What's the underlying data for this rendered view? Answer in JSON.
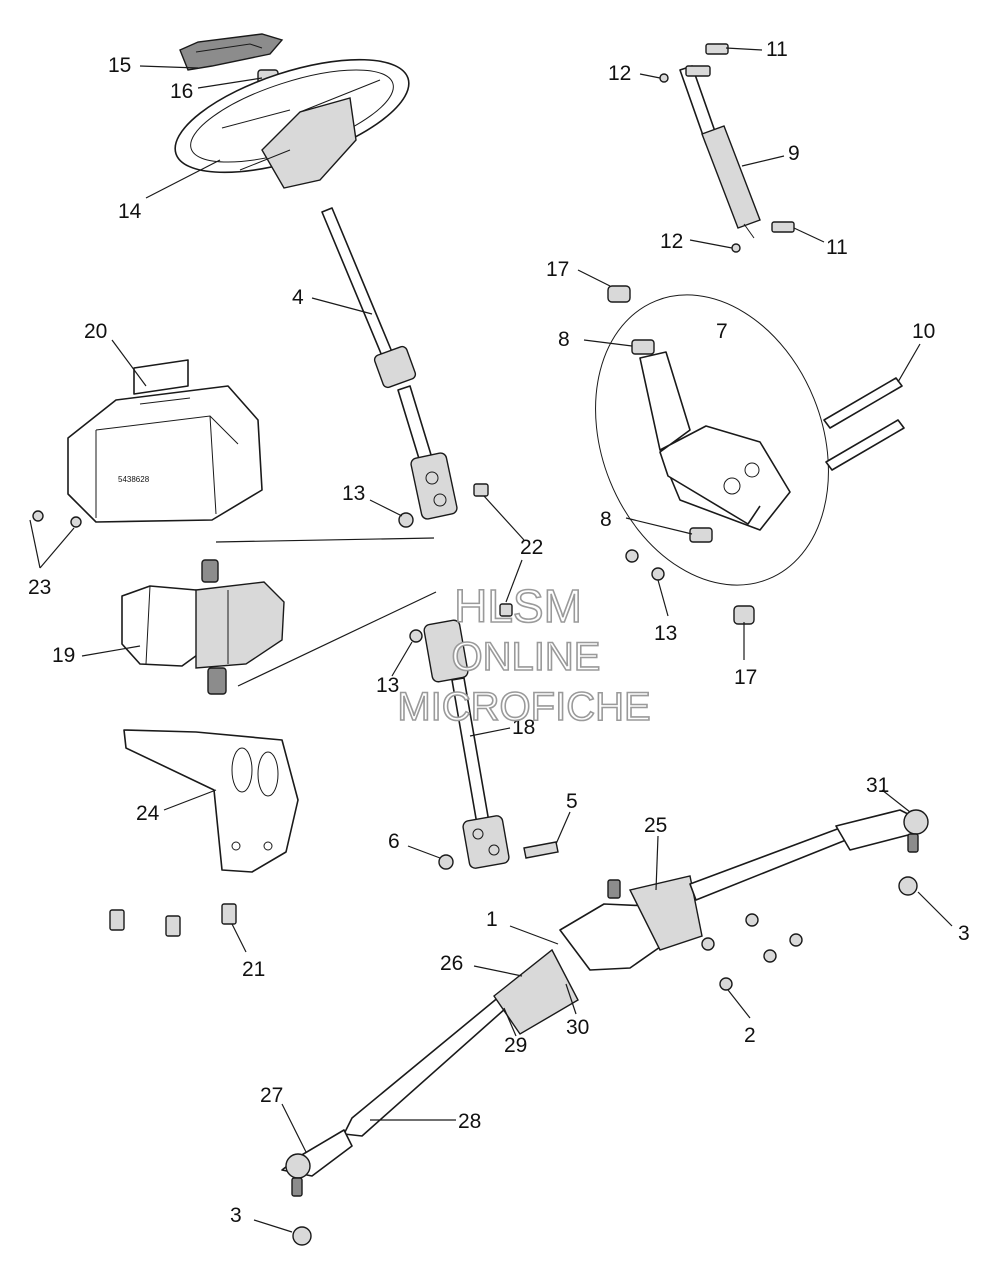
{
  "watermark": {
    "line1": "HLSM",
    "line2": "ONLINE",
    "line3": "MICROFICHE"
  },
  "stamp": "5438628",
  "callouts": [
    {
      "id": "c15",
      "label": "15"
    },
    {
      "id": "c16",
      "label": "16"
    },
    {
      "id": "c14",
      "label": "14"
    },
    {
      "id": "c4",
      "label": "4"
    },
    {
      "id": "c20",
      "label": "20"
    },
    {
      "id": "c23",
      "label": "23"
    },
    {
      "id": "c13a",
      "label": "13"
    },
    {
      "id": "c22",
      "label": "22"
    },
    {
      "id": "c19",
      "label": "19"
    },
    {
      "id": "c13b",
      "label": "13"
    },
    {
      "id": "c18",
      "label": "18"
    },
    {
      "id": "c24",
      "label": "24"
    },
    {
      "id": "c5",
      "label": "5"
    },
    {
      "id": "c6",
      "label": "6"
    },
    {
      "id": "c21",
      "label": "21"
    },
    {
      "id": "c11a",
      "label": "11"
    },
    {
      "id": "c12a",
      "label": "12"
    },
    {
      "id": "c9",
      "label": "9"
    },
    {
      "id": "c12b",
      "label": "12"
    },
    {
      "id": "c11b",
      "label": "11"
    },
    {
      "id": "c17a",
      "label": "17"
    },
    {
      "id": "c7",
      "label": "7"
    },
    {
      "id": "c8a",
      "label": "8"
    },
    {
      "id": "c10",
      "label": "10"
    },
    {
      "id": "c8b",
      "label": "8"
    },
    {
      "id": "c13c",
      "label": "13"
    },
    {
      "id": "c17b",
      "label": "17"
    },
    {
      "id": "c31",
      "label": "31"
    },
    {
      "id": "c25",
      "label": "25"
    },
    {
      "id": "c3a",
      "label": "3"
    },
    {
      "id": "c1",
      "label": "1"
    },
    {
      "id": "c26",
      "label": "26"
    },
    {
      "id": "c2",
      "label": "2"
    },
    {
      "id": "c30",
      "label": "30"
    },
    {
      "id": "c29",
      "label": "29"
    },
    {
      "id": "c27",
      "label": "27"
    },
    {
      "id": "c28",
      "label": "28"
    },
    {
      "id": "c3b",
      "label": "3"
    }
  ]
}
